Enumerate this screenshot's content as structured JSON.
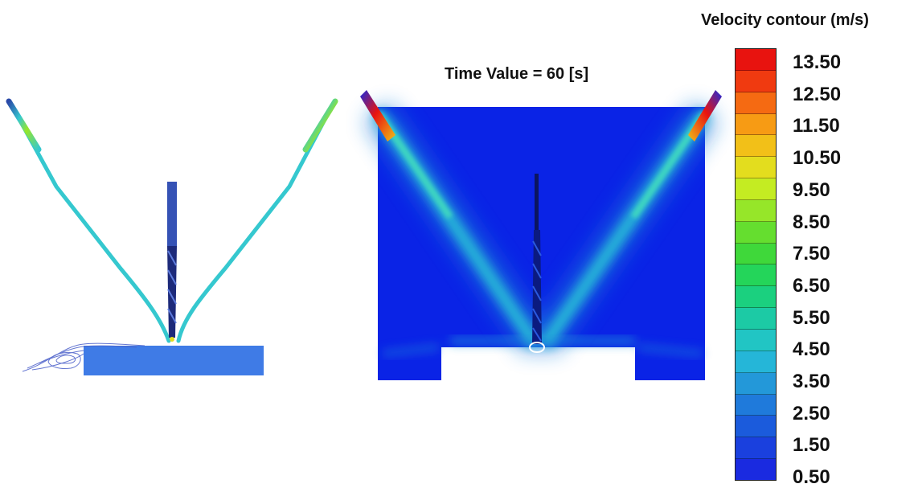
{
  "legend": {
    "title": "Velocity contour (m/s)",
    "tick_labels": [
      "13.50",
      "12.50",
      "11.50",
      "10.50",
      "9.50",
      "8.50",
      "7.50",
      "6.50",
      "5.50",
      "4.50",
      "3.50",
      "2.50",
      "1.50",
      "0.50"
    ],
    "colors": [
      "#e8130f",
      "#f03a10",
      "#f56a12",
      "#f79b14",
      "#f2c018",
      "#e3dd1e",
      "#c4ec22",
      "#96e629",
      "#65de2f",
      "#3fd83a",
      "#24d55a",
      "#1bd07f",
      "#1ccaa5",
      "#21c5c4",
      "#25b6d8",
      "#2398d9",
      "#1f7adb",
      "#1b5bdc",
      "#1a40de",
      "#1a2ae0"
    ]
  },
  "time_label": "Time Value = 60 [s]",
  "scene_colors": {
    "domain": "#0a23e6",
    "block": "#3f7be6",
    "jet_left_view": "#35c8cf",
    "drill": "#1d2a7a"
  }
}
